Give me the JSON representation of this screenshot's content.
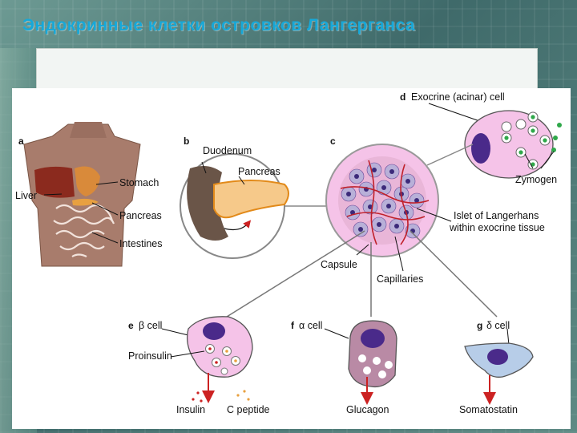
{
  "title": "Эндокринные клетки островков Лангерганса",
  "figure": {
    "panel_letters": {
      "a": "a",
      "b": "b",
      "c": "c",
      "d": "d",
      "e": "e",
      "f": "f",
      "g": "g"
    },
    "labels": {
      "liver": "Liver",
      "stomach": "Stomach",
      "pancreas_a": "Pancreas",
      "intestines": "Intestines",
      "duodenum": "Duodenum",
      "pancreas_b": "Pancreas",
      "exocrine_cell": "Exocrine (acinar) cell",
      "zymogen": "Zymogen",
      "islet_line1": "Islet of Langerhans",
      "islet_line2": "within exocrine tissue",
      "capsule": "Capsule",
      "capillaries": "Capillaries",
      "beta_cell": "β cell",
      "proinsulin": "Proinsulin",
      "insulin": "Insulin",
      "c_peptide": "C peptide",
      "alpha_cell": "α cell",
      "glucagon": "Glucagon",
      "delta_cell": "δ cell",
      "somatostatin": "Somatostatin"
    }
  },
  "colors": {
    "title": "#17a8d8",
    "cell_pink": "#f5c3e8",
    "nucleus": "#4a2a8a",
    "alpha_cell": "#b98aa5",
    "delta_cell": "#b7cde8",
    "arrow_red": "#cc2222",
    "zymogen_green": "#2fa84a"
  }
}
